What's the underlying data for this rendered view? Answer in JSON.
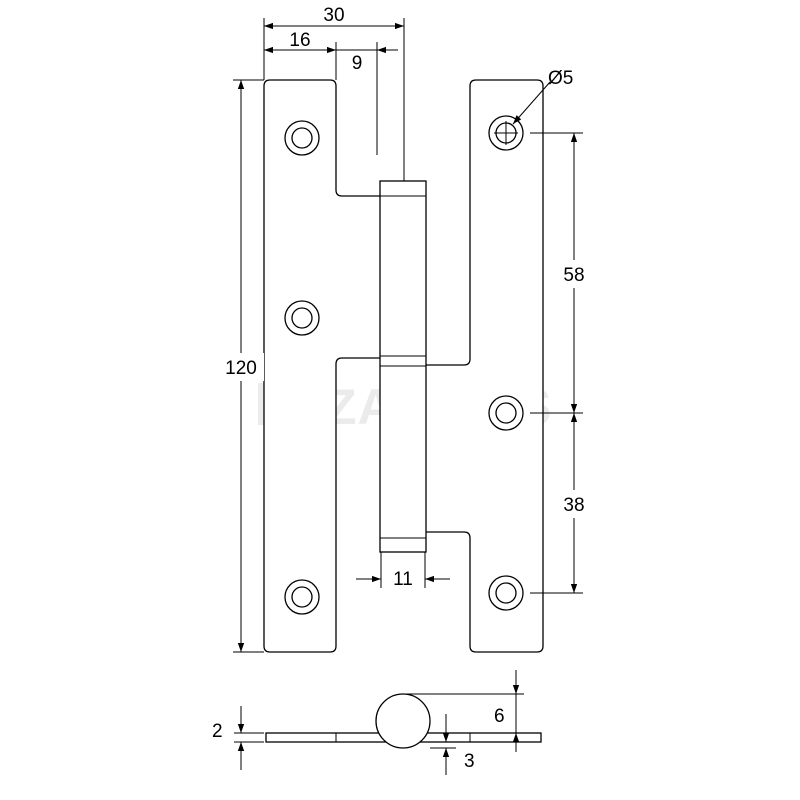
{
  "watermark": {
    "text": "ZALONIS"
  },
  "dimensions": {
    "overall_width": "30",
    "leaf_width": "16",
    "knuckle_offset": "9",
    "hole_diameter": "Ø5",
    "height": "120",
    "hole_spacing_upper": "58",
    "hole_spacing_lower": "38",
    "knuckle_diameter": "11",
    "plate_thickness": "2",
    "knuckle_height": "6",
    "knuckle_gap": "3"
  }
}
